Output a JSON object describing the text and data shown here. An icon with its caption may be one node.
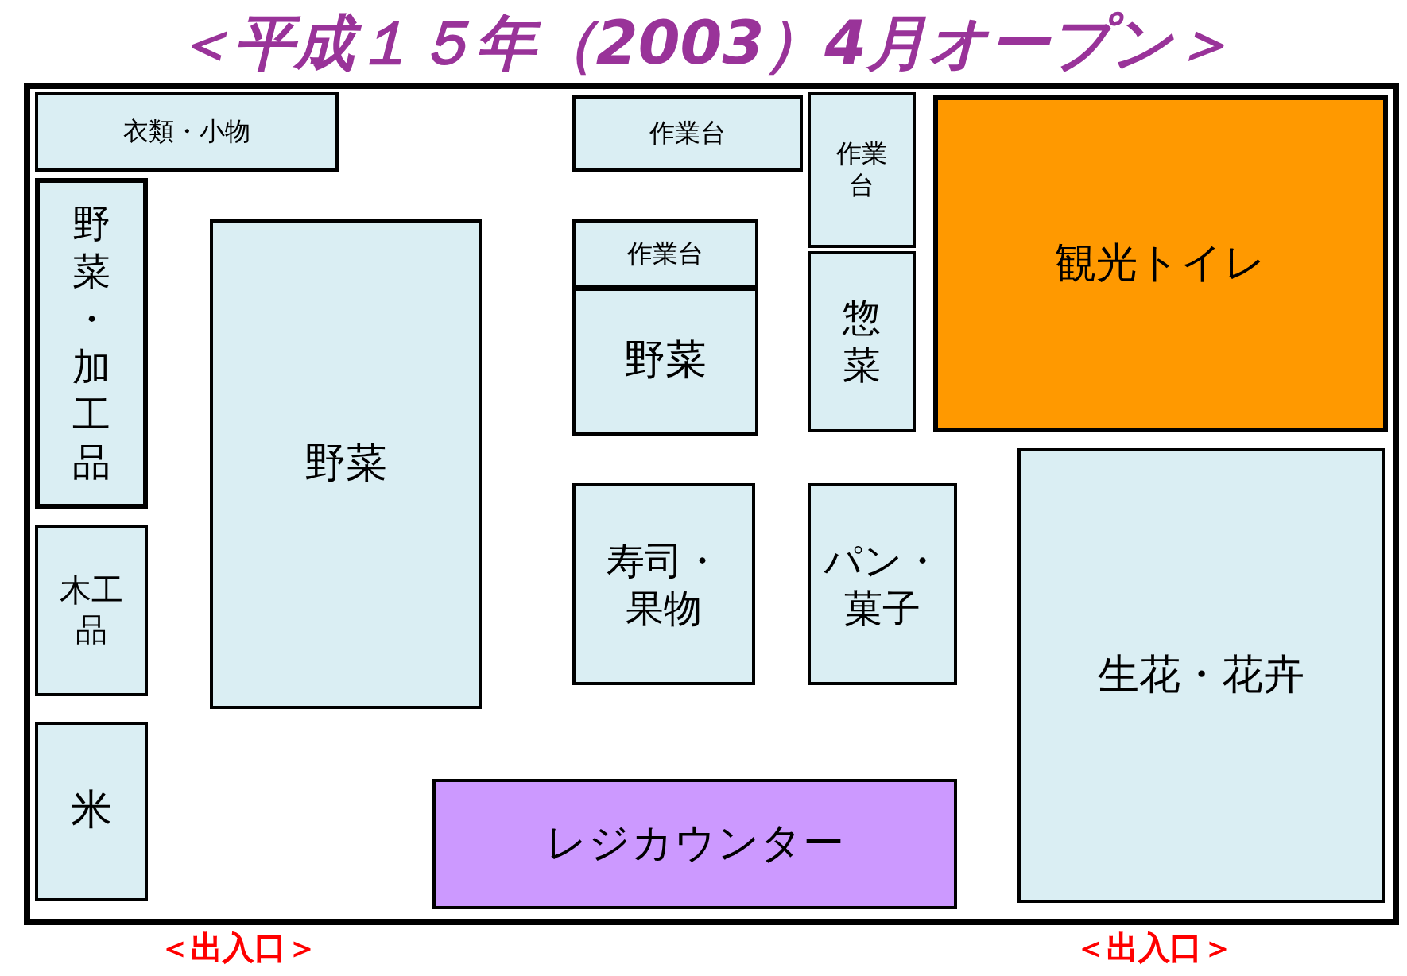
{
  "diagram": {
    "title": "＜平成１５年（2003）4月オープン＞",
    "nodes": [
      {
        "text": [],
        "shape": "box"
      },
      {
        "text": [
          "衣類・小物"
        ],
        "in": 0
      },
      {
        "text": [
          "作業台"
        ],
        "in": 0
      },
      {
        "text": [
          "作業台"
        ],
        "in": 0
      },
      {
        "text": [
          "観光トイレ"
        ],
        "in": 0
      },
      {
        "text": [
          "野菜・加工品"
        ],
        "in": 0
      },
      {
        "text": [
          "野菜"
        ],
        "in": 0
      },
      {
        "text": [
          "作業台"
        ],
        "in": 0
      },
      {
        "text": [
          "野菜"
        ],
        "in": 0
      },
      {
        "text": [
          "惣菜"
        ],
        "in": 0
      },
      {
        "text": [
          "木工品"
        ],
        "in": 0
      },
      {
        "text": [
          "寿司・果物"
        ],
        "in": 0
      },
      {
        "text": [
          "パン・菓子"
        ],
        "in": 0
      },
      {
        "text": [
          "生花・花卉"
        ],
        "in": 0
      },
      {
        "text": [
          "米"
        ],
        "in": 0
      },
      {
        "text": [
          "レジカウンター"
        ],
        "in": 0
      }
    ],
    "labels": [
      "＜出入口＞",
      "＜出入口＞"
    ]
  }
}
